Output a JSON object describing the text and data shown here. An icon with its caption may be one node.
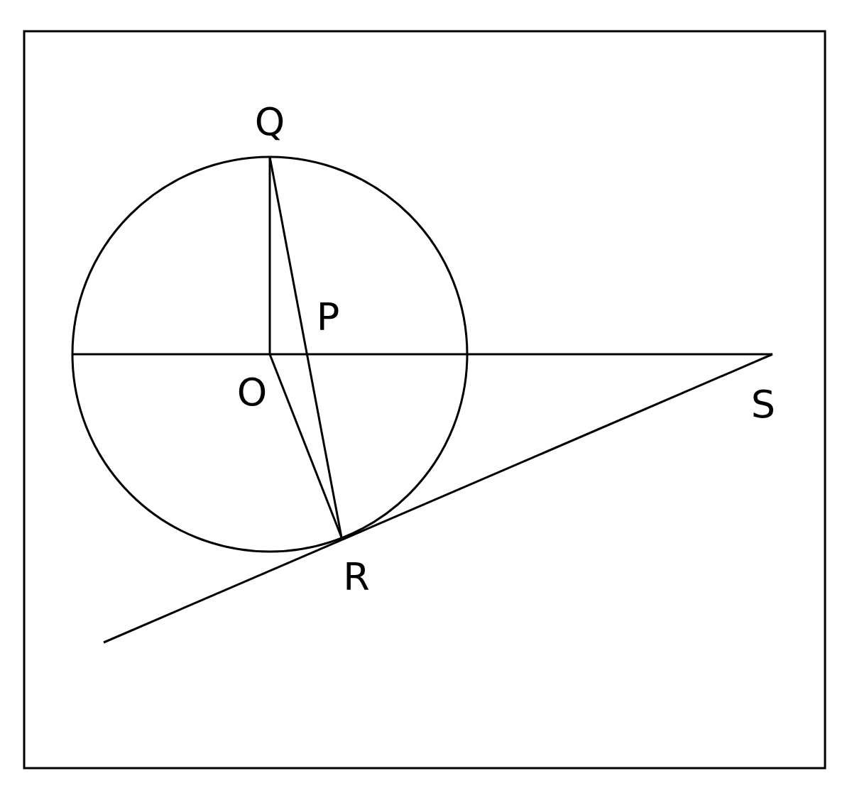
{
  "diagram": {
    "labels": [
      "Q",
      "P",
      "O",
      "S",
      "R"
    ]
  }
}
